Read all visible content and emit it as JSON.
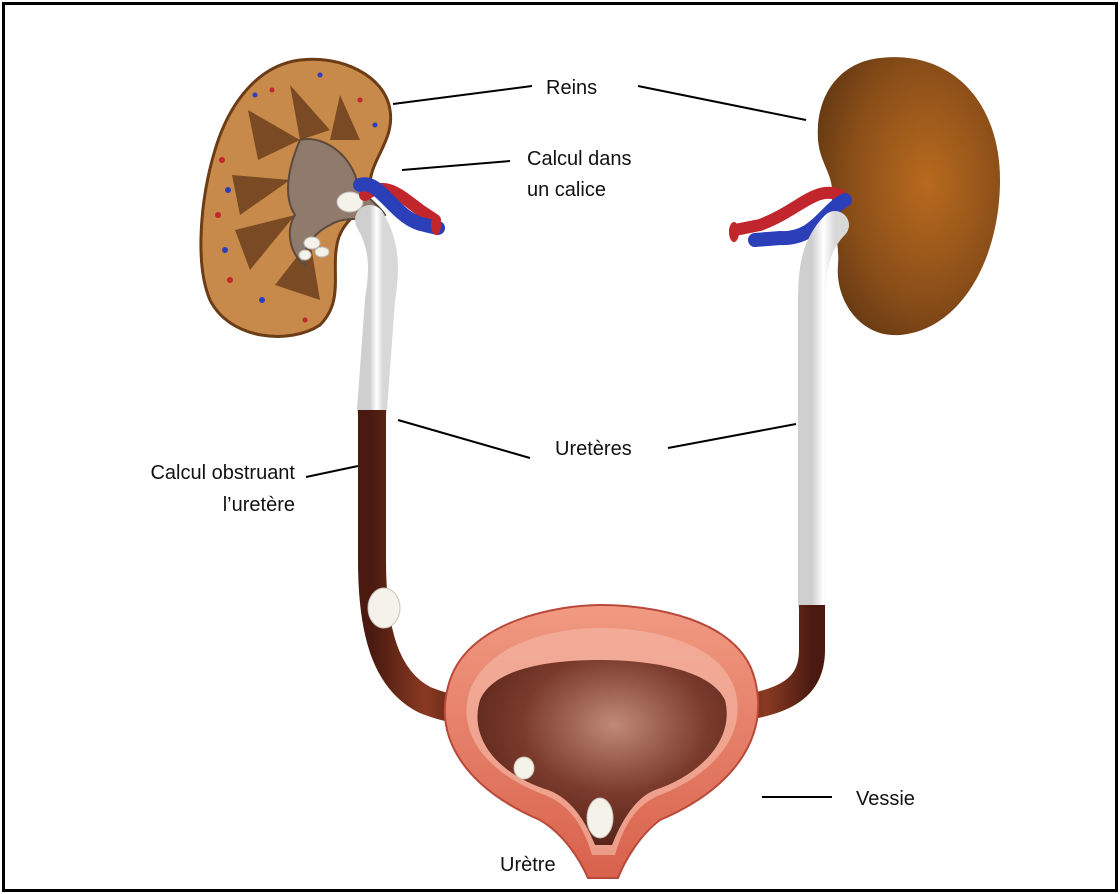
{
  "labels": {
    "reins": "Reins",
    "calcul_calice_line1": "Calcul dans",
    "calcul_calice_line2": "un calice",
    "ureteres": "Uretères",
    "calcul_obstruant_line1": "Calcul obstruant",
    "calcul_obstruant_line2": "l’uretère",
    "vessie": "Vessie",
    "uretre": "Urètre"
  },
  "colors": {
    "kidney_brown": "#9a5a1f",
    "kidney_cortex": "#c8894a",
    "ureter_white": "#f0f0f0",
    "ureter_dark": "#6b2b1a",
    "bladder_wall": "#e7806a",
    "bladder_inner": "#6a2e22",
    "vein_blue": "#2b3fb8",
    "artery_red": "#c0262b",
    "stone_white": "#f5f2ea"
  }
}
